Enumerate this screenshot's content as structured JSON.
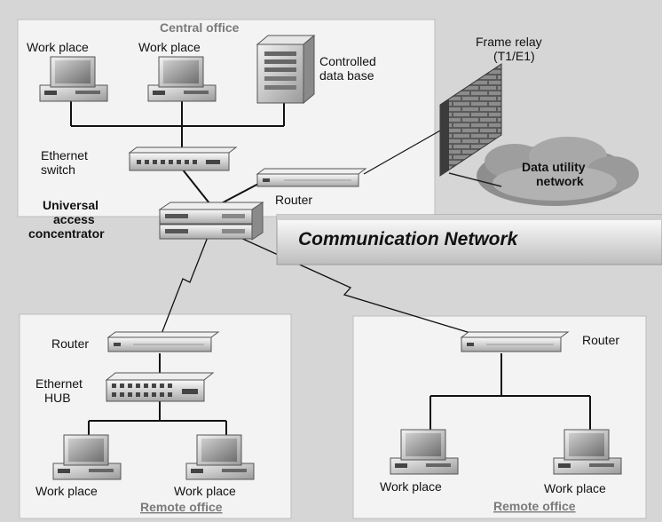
{
  "central_office": {
    "title": "Central office",
    "work_place_1": "Work place",
    "work_place_2": "Work place",
    "database": [
      "Controlled",
      "data base"
    ],
    "ethernet_switch": [
      "Ethernet",
      "switch"
    ],
    "router": "Router",
    "access_concentrator": [
      "Universal",
      "access",
      "concentrator"
    ]
  },
  "frame_relay": [
    "Frame relay",
    "(T1/E1)"
  ],
  "data_utility": [
    "Data utility",
    "network"
  ],
  "banner": "Communication Network",
  "remote_office_left": {
    "title": "Remote office",
    "router": "Router",
    "hub": [
      "Ethernet",
      "HUB"
    ],
    "work_place_1": "Work place",
    "work_place_2": "Work place"
  },
  "remote_office_right": {
    "title": "Remote office",
    "router": "Router",
    "work_place_1": "Work place",
    "work_place_2": "Work place"
  },
  "colors": {
    "panel": "#f3f3f3",
    "background": "#d6d6d6",
    "title_gray": "#7a7a7a"
  }
}
